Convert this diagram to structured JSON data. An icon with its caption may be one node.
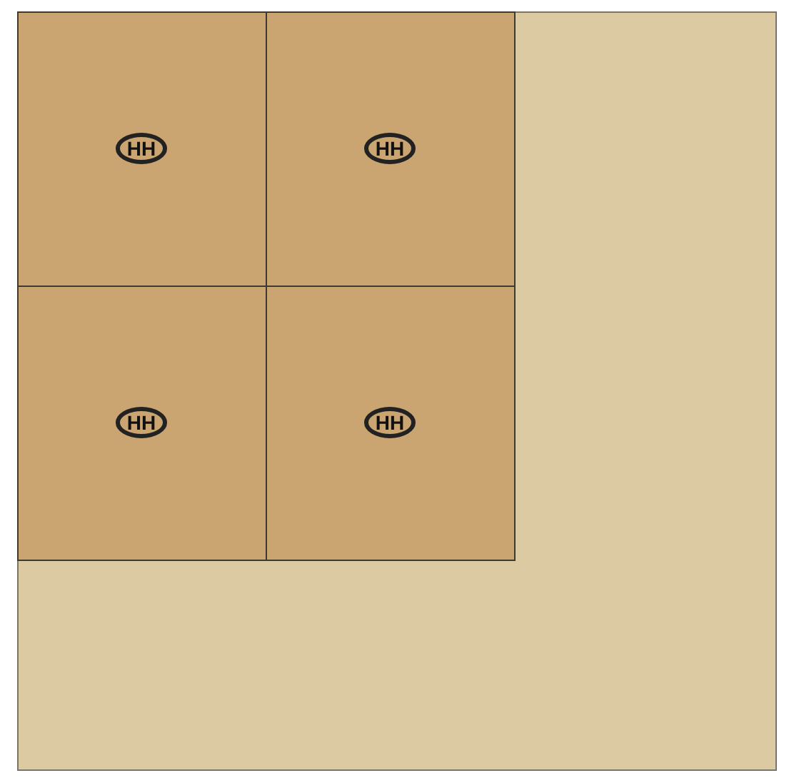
{
  "diagram": {
    "nodes": [
      {
        "text": [],
        "shape": "box"
      },
      {
        "text": [
          "HH"
        ],
        "in": 0
      },
      {
        "text": [
          "HH"
        ],
        "in": 0
      },
      {
        "text": [
          "HH"
        ],
        "in": 0
      },
      {
        "text": [
          "HH"
        ],
        "in": 0
      }
    ]
  }
}
